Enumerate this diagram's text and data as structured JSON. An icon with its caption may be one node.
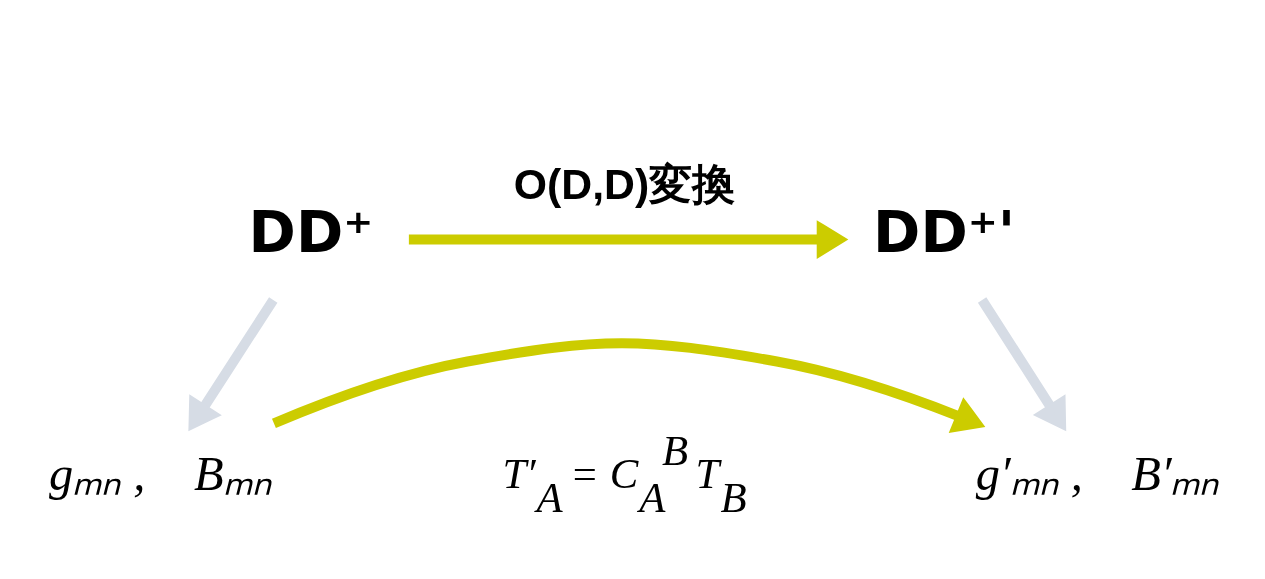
{
  "diagram": {
    "nodes": [
      {
        "text": [
          "DD⁺"
        ]
      },
      {
        "text": [
          "DD⁺'"
        ]
      },
      {
        "text": [
          "gₘₙ ,    Bₘₙ"
        ]
      },
      {
        "text": [
          "g′ₘₙ ,    B′ₘₙ"
        ]
      }
    ],
    "edges": [
      {
        "from": 0,
        "to": 1,
        "arrow": "to",
        "label": "O(D,D)変換",
        "color": "#cccc00"
      },
      {
        "from": 0,
        "to": 2,
        "arrow": "to",
        "color": "#d6dce5"
      },
      {
        "from": 1,
        "to": 3,
        "arrow": "to",
        "color": "#d6dce5"
      },
      {
        "from": 2,
        "to": 3,
        "arrow": "to",
        "color": "#cccc00"
      }
    ],
    "labels": [
      "T′$_{A}$ = C$_{A}$$^{B}$ T$_{B}$"
    ]
  }
}
